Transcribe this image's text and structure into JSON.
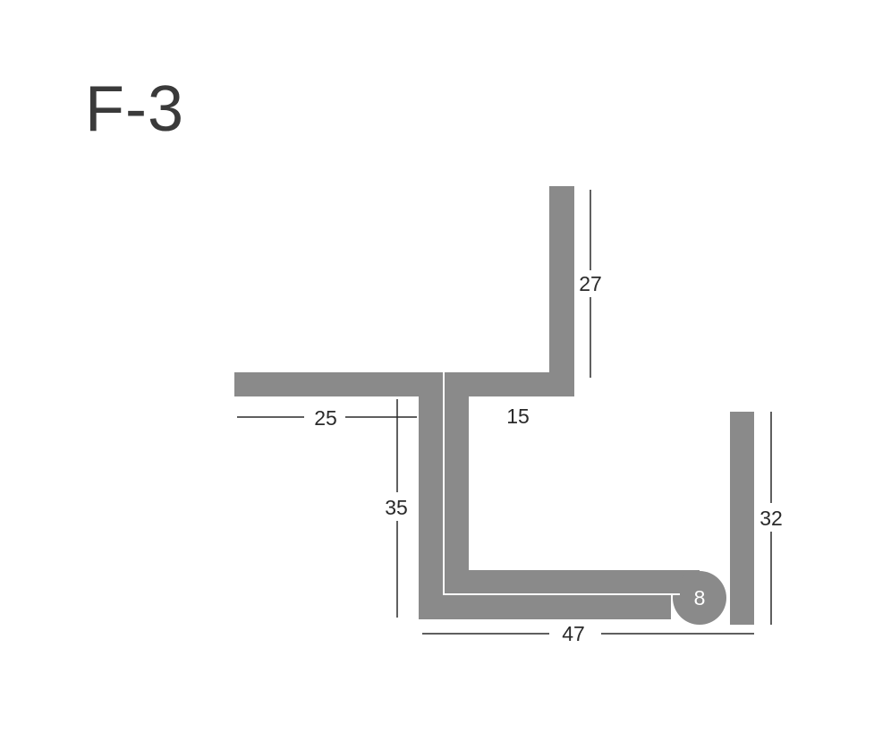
{
  "title": "F-3",
  "dimensions": {
    "top_flange": "27",
    "top_return": "15",
    "left_flange": "25",
    "web": "35",
    "bottom": "47",
    "bead": "8",
    "right_leg": "32"
  },
  "colors": {
    "profile": "#8a8a8a",
    "dimension_line": "#2a2a2a",
    "text": "#2a2a2a",
    "highlight": "#ffffff"
  }
}
